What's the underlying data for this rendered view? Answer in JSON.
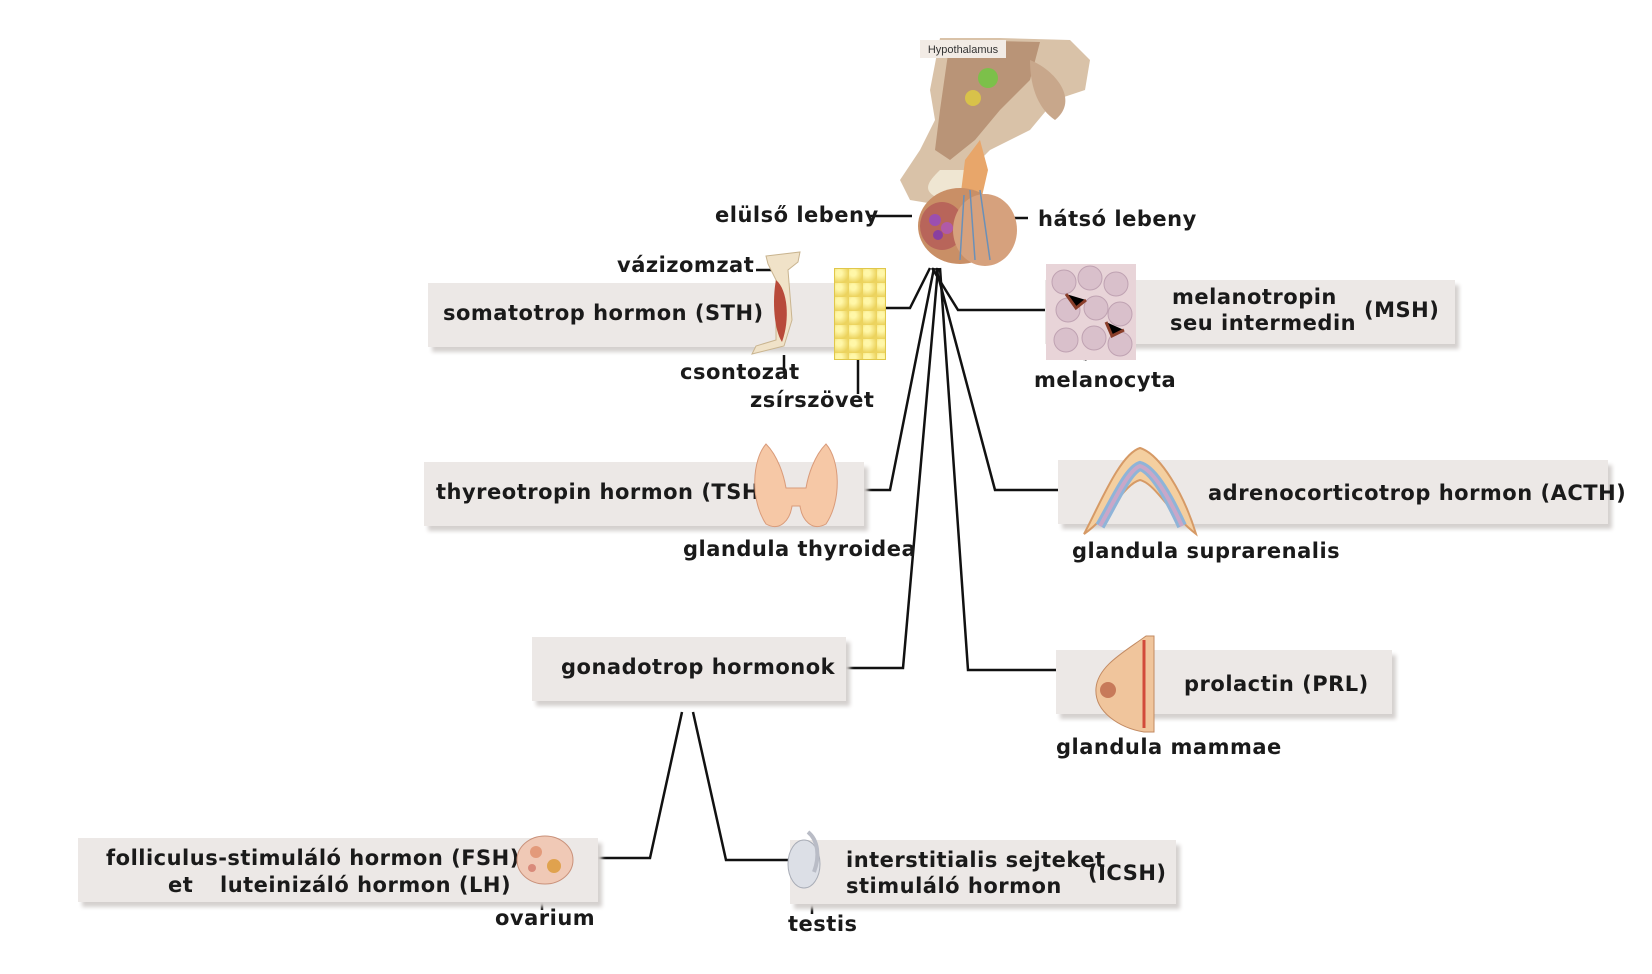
{
  "hypothalamus_label": "Hypothalamus",
  "pituitary": {
    "anterior_lobe": "elülső lebeny",
    "posterior_lobe": "hátsó lebeny"
  },
  "hormones": {
    "sth": "somatotrop hormon (STH)",
    "msh_line1": "melanotropin",
    "msh_line2": "seu intermedin",
    "msh_abbr": "(MSH)",
    "tsh": "thyreotropin hormon (TSH)",
    "acth": "adrenocorticotrop hormon (ACTH)",
    "gonadotrop": "gonadotrop hormonok",
    "prl": "prolactin (PRL)",
    "fsh_line1": "folliculus-stimuláló hormon (FSH)",
    "fsh_et": "et",
    "lh": "luteinizáló hormon (LH)",
    "icsh_line1": "interstitialis sejteket",
    "icsh_line2": "stimuláló hormon",
    "icsh_abbr": "(ICSH)"
  },
  "targets": {
    "skeletal_muscle": "vázizomzat",
    "bone": "csontozat",
    "fat": "zsírszövet",
    "melanocyte": "melanocyta",
    "thyroid": "glandula thyroidea",
    "adrenal": "glandula suprarenalis",
    "mammary": "glandula mammae",
    "ovary": "ovarium",
    "testis": "testis"
  }
}
